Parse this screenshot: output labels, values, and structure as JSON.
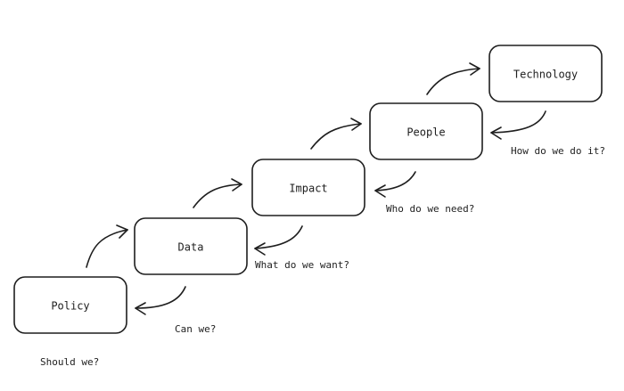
{
  "steps": [
    {
      "label": "Policy",
      "question": "Should we?"
    },
    {
      "label": "Data",
      "question": "Can we?"
    },
    {
      "label": "Impact",
      "question": "What do we want?"
    },
    {
      "label": "People",
      "question": "Who do we need?"
    },
    {
      "label": "Technology",
      "question": "How do we do it?"
    }
  ],
  "colors": {
    "stroke": "#1e1e1e",
    "background": "#ffffff"
  }
}
